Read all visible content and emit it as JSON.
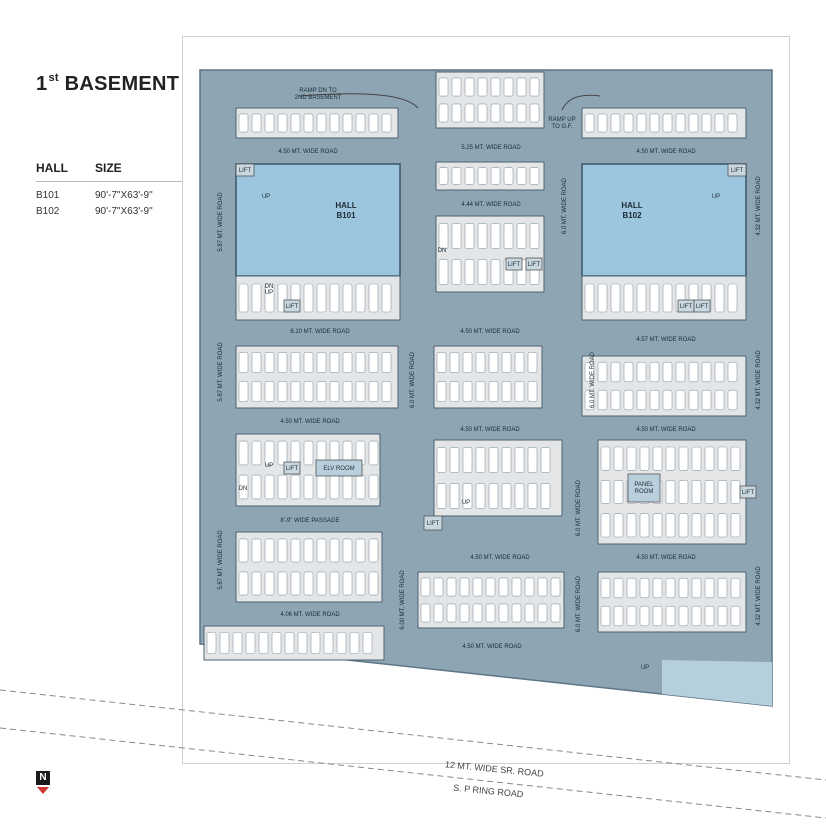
{
  "title": {
    "main": "1",
    "sup": "st",
    "rest": " BASEMENT"
  },
  "table": {
    "col_hall": "HALL",
    "col_size": "SIZE",
    "rows": [
      {
        "hall": "B101",
        "size": "90'-7\"X63'-9\""
      },
      {
        "hall": "B102",
        "size": "90'-7\"X63'-9\""
      }
    ]
  },
  "plan": {
    "hall_b101": "HALL\nB101",
    "hall_b101_l1": "HALL",
    "hall_b101_l2": "B101",
    "hall_b102_l1": "HALL",
    "hall_b102_l2": "B102",
    "ramp_down": "RAMP DN TO",
    "ramp_down_2": "2ND BASEMENT",
    "ramp_up": "RAMP UP",
    "ramp_up_2": "TO G.F.",
    "lift": "LIFT",
    "up": "UP",
    "dn": "DN",
    "elv_room": "ELV ROOM",
    "panel_room_1": "PANEL",
    "panel_room_2": "ROOM",
    "passage": "8'-9\" WIDE PASSAGE",
    "roads": {
      "r450": "4.50 MT. WIDE ROAD",
      "r525": "5.25 MT. WIDE ROAD",
      "r444": "4.44 MT. WIDE ROAD",
      "r610": "6.10 MT. WIDE ROAD",
      "r457": "4.57 MT. WIDE ROAD",
      "r406": "4.06 MT. WIDE ROAD",
      "v587": "5.87 MT. WIDE ROAD",
      "v600": "6.0 MT. WIDE ROAD",
      "v432": "4.32 MT. WIDE ROAD",
      "v600b": "6.00 MT. WIDE ROAD"
    }
  },
  "street": {
    "line1": "12 MT. WIDE SR. ROAD",
    "line2": "S. P RING ROAD"
  },
  "north": "N",
  "colors": {
    "road": "#8ea5b4",
    "hall": "#9cc6de",
    "parking": "#e3e5e7",
    "accent": "#d0342c"
  }
}
